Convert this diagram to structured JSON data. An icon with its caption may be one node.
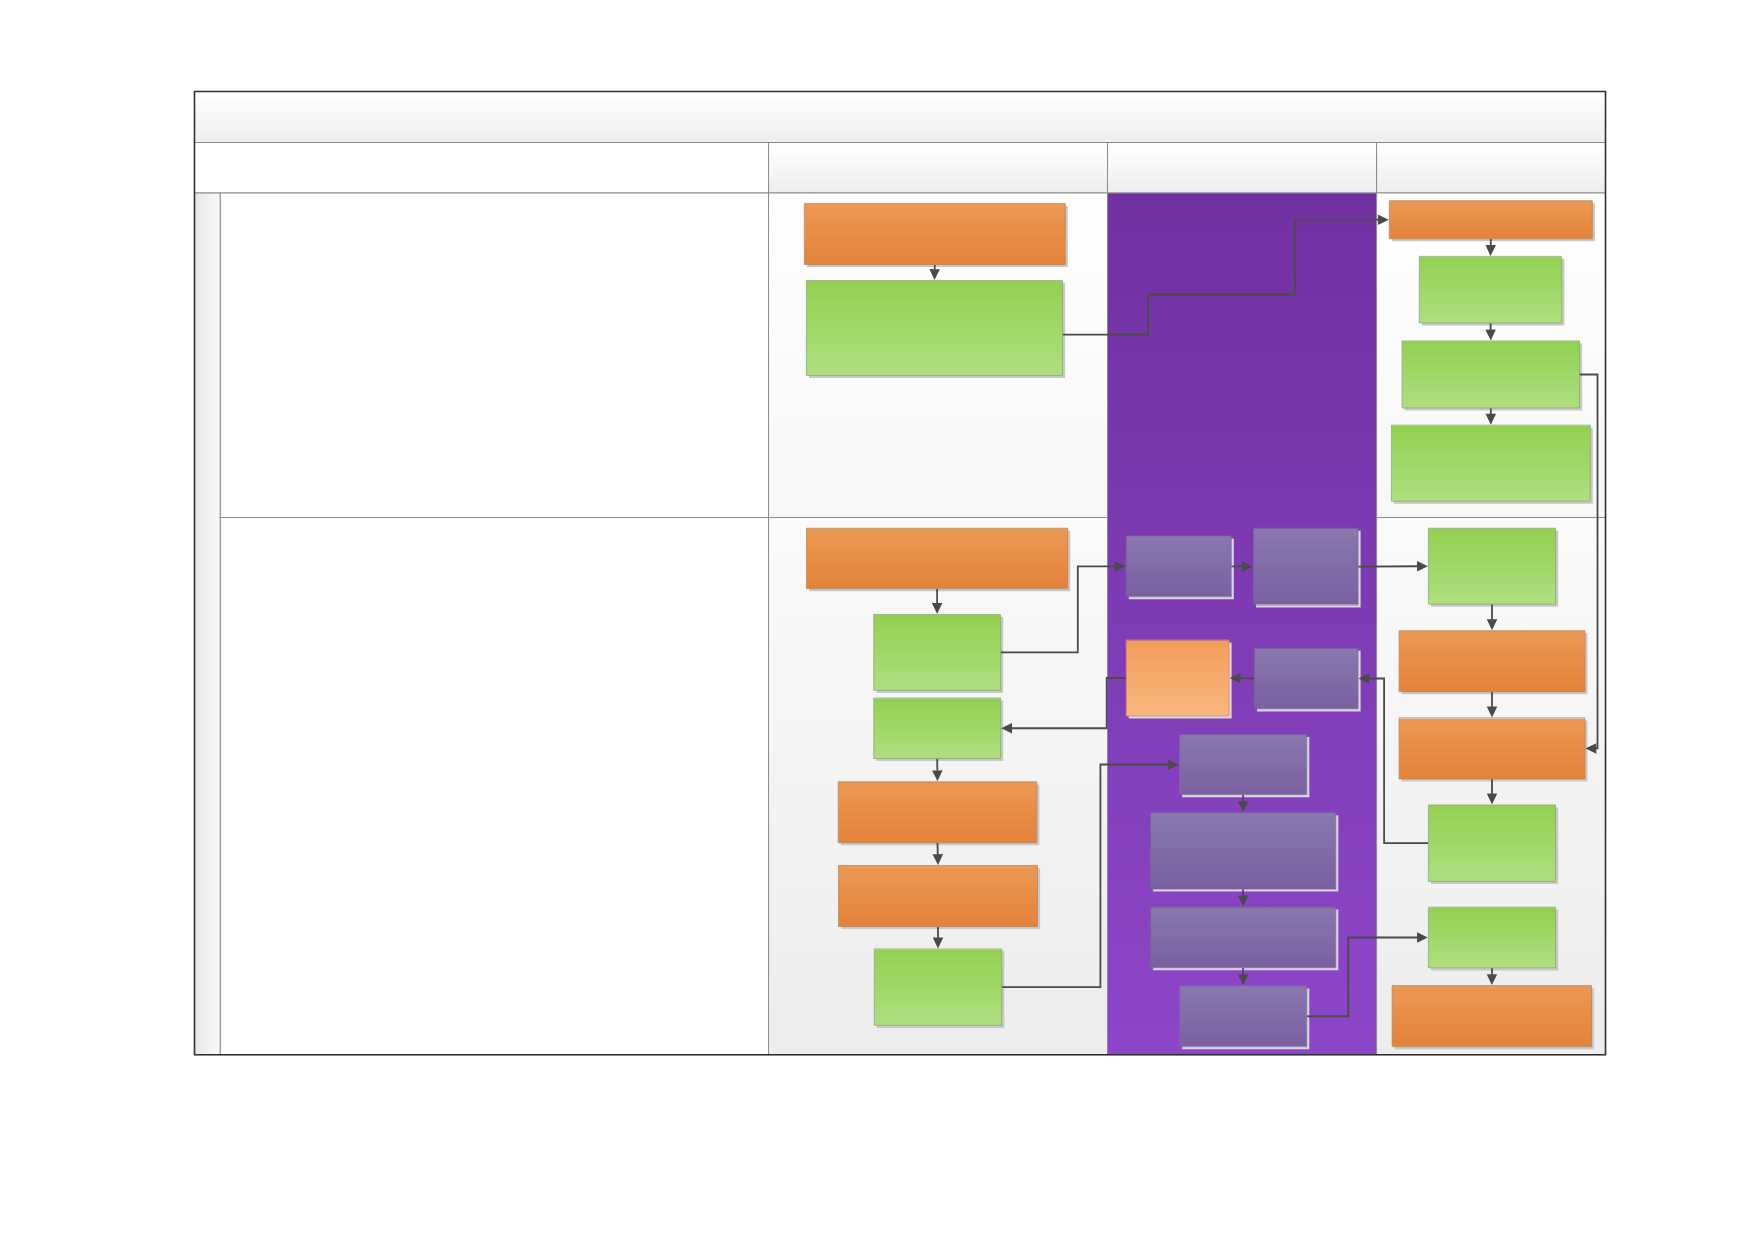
{
  "diagram": {
    "nodes": [
      {
        "text": [],
        "shape": "box"
      },
      {
        "text": [],
        "shape": "box"
      },
      {
        "text": [],
        "shape": "box"
      },
      {
        "text": [],
        "shape": "box"
      },
      {
        "text": [],
        "shape": "box"
      },
      {
        "text": [],
        "shape": "box"
      },
      {
        "text": [],
        "shape": "box"
      },
      {
        "text": [],
        "shape": "box"
      },
      {
        "text": [],
        "shape": "box"
      },
      {
        "text": [],
        "shape": "box"
      },
      {
        "text": [],
        "shape": "box"
      },
      {
        "text": [],
        "shape": "box"
      },
      {
        "text": [],
        "shape": "box"
      },
      {
        "text": [],
        "shape": "box"
      },
      {
        "text": [],
        "shape": "box"
      },
      {
        "text": [],
        "shape": "box"
      },
      {
        "text": [],
        "shape": "box"
      },
      {
        "text": [],
        "shape": "box"
      },
      {
        "text": [],
        "shape": "box"
      },
      {
        "text": [],
        "shape": "box"
      },
      {
        "text": [],
        "shape": "box"
      },
      {
        "text": [],
        "shape": "box"
      },
      {
        "text": [],
        "shape": "box"
      },
      {
        "text": [],
        "shape": "box"
      },
      {
        "text": [],
        "shape": "box"
      },
      {
        "text": [],
        "shape": "box"
      }
    ],
    "edges": [
      {
        "from": 0,
        "to": 1,
        "arrow": "to"
      },
      {
        "from": 1,
        "to": 2,
        "arrow": "to"
      },
      {
        "from": 2,
        "to": 3,
        "arrow": "to"
      },
      {
        "from": 3,
        "to": 4,
        "arrow": "to"
      },
      {
        "from": 4,
        "to": 5,
        "arrow": "to"
      },
      {
        "from": 4,
        "to": 22,
        "arrow": "to"
      },
      {
        "from": 6,
        "to": 7,
        "arrow": "to"
      },
      {
        "from": 7,
        "to": 12,
        "arrow": "to"
      },
      {
        "from": 12,
        "to": 13,
        "arrow": "to"
      },
      {
        "from": 13,
        "to": 20,
        "arrow": "to"
      },
      {
        "from": 20,
        "to": 21,
        "arrow": "to"
      },
      {
        "from": 21,
        "to": 22,
        "arrow": "to"
      },
      {
        "from": 22,
        "to": 23,
        "arrow": "to"
      },
      {
        "from": 23,
        "to": 15,
        "arrow": "to"
      },
      {
        "from": 15,
        "to": 14,
        "arrow": "to"
      },
      {
        "from": 14,
        "to": 8,
        "arrow": "to"
      },
      {
        "from": 8,
        "to": 9,
        "arrow": "to"
      },
      {
        "from": 9,
        "to": 10,
        "arrow": "to"
      },
      {
        "from": 10,
        "to": 11,
        "arrow": "to"
      },
      {
        "from": 11,
        "to": 16,
        "arrow": "to"
      },
      {
        "from": 16,
        "to": 17,
        "arrow": "to"
      },
      {
        "from": 17,
        "to": 18,
        "arrow": "to"
      },
      {
        "from": 18,
        "to": 19,
        "arrow": "to"
      },
      {
        "from": 19,
        "to": 24,
        "arrow": "to"
      },
      {
        "from": 24,
        "to": 25,
        "arrow": "to"
      }
    ]
  }
}
